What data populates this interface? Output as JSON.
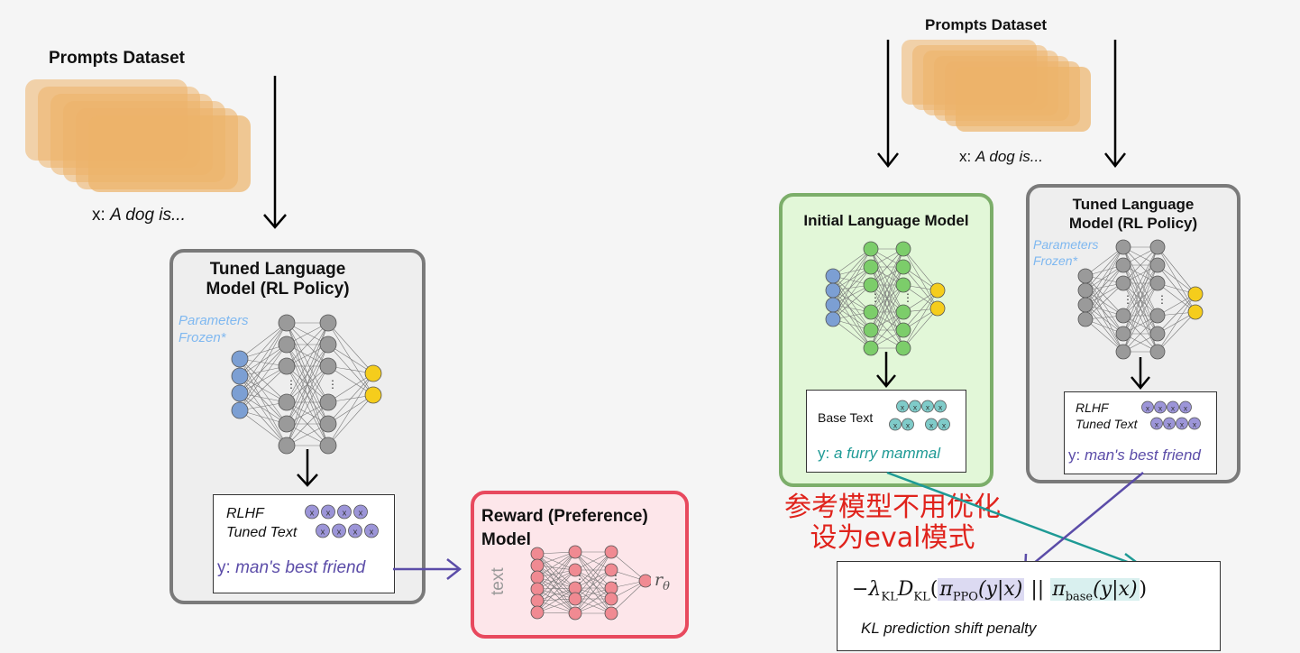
{
  "left": {
    "prompts_title": "Prompts Dataset",
    "x_prefix": "x: ",
    "x_value": "A dog is...",
    "policy": {
      "title_line1": "Tuned Language",
      "title_line2": "Model (RL Policy)",
      "frozen_line1": "Parameters",
      "frozen_line2": "Frozen*",
      "text_line1": "RLHF",
      "text_line2": "Tuned Text",
      "y_prefix": "y: ",
      "y_value": "man's best friend"
    },
    "reward": {
      "title_line1": "Reward (Preference)",
      "title_line2": "Model",
      "input_label": "text",
      "output_label": "r",
      "output_sub": "θ"
    }
  },
  "right": {
    "prompts_title": "Prompts Dataset",
    "x_prefix": "x: ",
    "x_value": "A dog is...",
    "initial": {
      "title": "Initial Language Model",
      "text_label": "Base Text",
      "y_prefix": "y: ",
      "y_value": "a furry mammal"
    },
    "tuned": {
      "title_line1": "Tuned Language",
      "title_line2": "Model (RL Policy)",
      "frozen_line1": "Parameters",
      "frozen_line2": "Frozen*",
      "text_line1": "RLHF",
      "text_line2": "Tuned Text",
      "y_prefix": "y: ",
      "y_value": "man's best friend"
    },
    "annotation_line1": "参考模型不用优化",
    "annotation_line2": "设为eval模式",
    "formula": {
      "lead": "−λ",
      "lead_sub": "KL",
      "d": "D",
      "d_sub": "KL",
      "open": "(",
      "pi_ppo": "π",
      "pi_ppo_sub": "PPO",
      "arg1": "(y|x)",
      "sep": "||",
      "pi_base": "π",
      "pi_base_sub": "base",
      "arg2": "(y|x)",
      "close": ")",
      "caption": "KL prediction shift penalty"
    }
  },
  "token_glyph": "x",
  "colors": {
    "prompt_card": "#edb36a",
    "node_input": "#7c9fd3",
    "node_gray": "#9a9a9a",
    "node_green": "#7ccd6a",
    "node_red": "#f08a92",
    "node_output": "#f5cd1c",
    "token_purple": "#9c95d8",
    "token_teal": "#7fcbc9",
    "arrow_purple": "#5b4ca8",
    "arrow_teal": "#1e9a95",
    "y_purple": "#5b4ca8",
    "y_teal": "#1e9a95",
    "annotation": "#e0231c"
  }
}
